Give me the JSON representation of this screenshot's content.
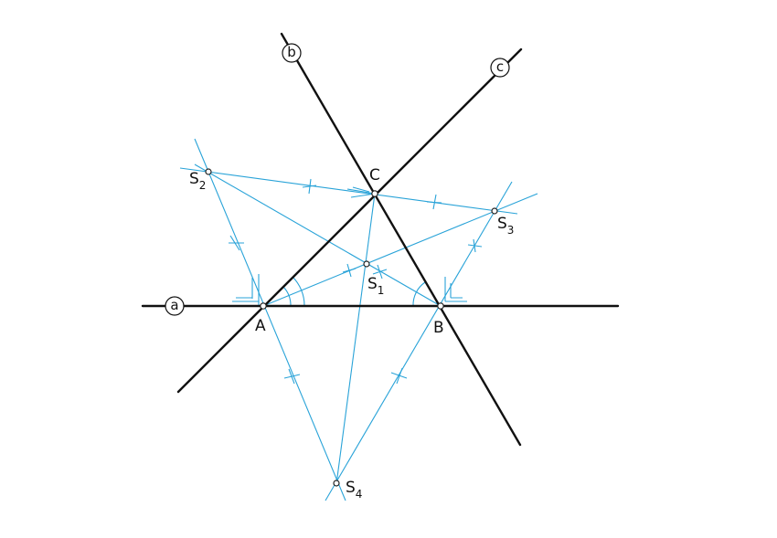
{
  "lines": {
    "a": "a",
    "b": "b",
    "c": "c"
  },
  "vertices": {
    "A": "A",
    "B": "B",
    "C": "C"
  },
  "centers": [
    {
      "letter": "S",
      "index": "1"
    },
    {
      "letter": "S",
      "index": "2"
    },
    {
      "letter": "S",
      "index": "3"
    },
    {
      "letter": "S",
      "index": "4"
    }
  ],
  "colors": {
    "lines": "#111111",
    "construction": "#29a3d8"
  }
}
